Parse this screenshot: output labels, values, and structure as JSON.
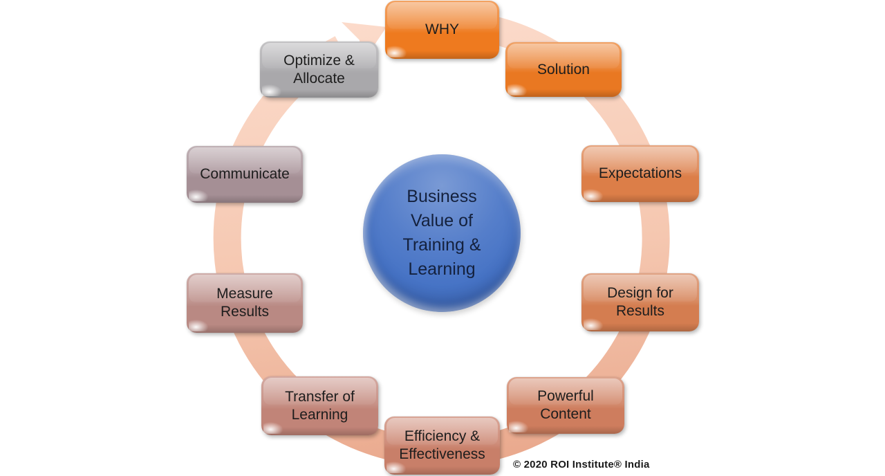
{
  "page": {
    "background": "#ffffff"
  },
  "diagram": {
    "center": {
      "label": "Business\nValue of\nTraining &\nLearning",
      "color": "#4673C5",
      "text_color": "#14213D"
    },
    "ring": {
      "direction": "clockwise",
      "color_light": "#FCDCCC",
      "color_mid": "#F5C7B0",
      "color_dark": "#E9A78B"
    },
    "step_text_color": "#1D1D1D",
    "steps": [
      {
        "label": "WHY",
        "color": "#EE7A1F"
      },
      {
        "label": "Solution",
        "color": "#E97822"
      },
      {
        "label": "Expectations",
        "color": "#DC7E48"
      },
      {
        "label": "Design for\nResults",
        "color": "#D47D50"
      },
      {
        "label": "Powerful\nContent",
        "color": "#CE7D5E"
      },
      {
        "label": "Efficiency &\nEffectiveness",
        "color": "#C87F69"
      },
      {
        "label": "Transfer of\nLearning",
        "color": "#C18478"
      },
      {
        "label": "Measure\nResults",
        "color": "#B98983"
      },
      {
        "label": "Communicate",
        "color": "#A58F95"
      },
      {
        "label": "Optimize &\nAllocate",
        "color": "#A9A8AB"
      }
    ],
    "footer": {
      "copyright": "© 2020 ROI Institute® India"
    }
  }
}
